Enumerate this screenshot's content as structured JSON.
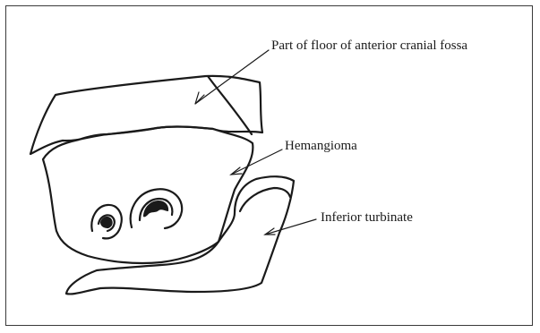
{
  "labels": {
    "fossa": "Part of floor of anterior cranial fossa",
    "hemangioma": "Hemangioma",
    "turbinate": "Inferior turbinate"
  },
  "colors": {
    "ink": "#1a1a1a",
    "background": "#ffffff"
  }
}
